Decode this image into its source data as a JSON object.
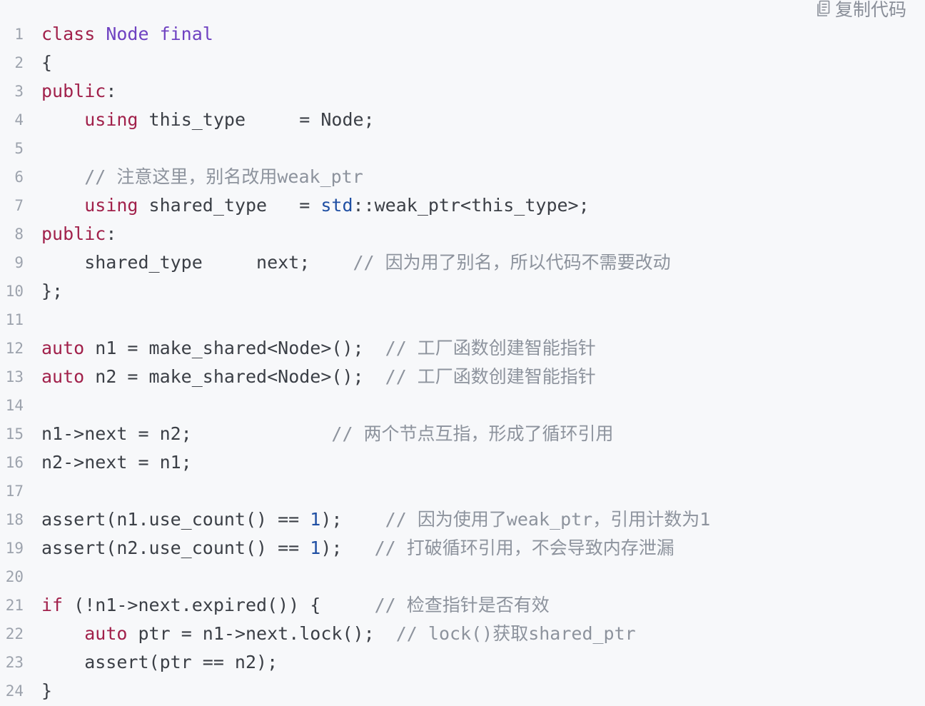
{
  "toolbar": {
    "copy_label": "复制代码",
    "copy_icon": "clipboard-icon"
  },
  "colors": {
    "background": "#f7f8fa",
    "text": "#3b3f46",
    "keyword": "#a1214b",
    "class_name": "#6f42c1",
    "namespace": "#1f4fa3",
    "number": "#1f4fa3",
    "comment": "#8d939d",
    "line_number": "#9da3ad"
  },
  "code": {
    "lines": [
      {
        "n": "1",
        "tokens": [
          {
            "t": "class",
            "c": "kw"
          },
          {
            "t": " "
          },
          {
            "t": "Node final",
            "c": "cls"
          }
        ]
      },
      {
        "n": "2",
        "tokens": [
          {
            "t": "{"
          }
        ]
      },
      {
        "n": "3",
        "tokens": [
          {
            "t": "public",
            "c": "kw"
          },
          {
            "t": ":"
          }
        ]
      },
      {
        "n": "4",
        "tokens": [
          {
            "t": "    "
          },
          {
            "t": "using",
            "c": "kw"
          },
          {
            "t": " this_type     = Node;"
          }
        ]
      },
      {
        "n": "5",
        "tokens": []
      },
      {
        "n": "6",
        "tokens": [
          {
            "t": "    "
          },
          {
            "t": "// 注意这里，别名改用weak_ptr",
            "c": "cm"
          }
        ]
      },
      {
        "n": "7",
        "tokens": [
          {
            "t": "    "
          },
          {
            "t": "using",
            "c": "kw"
          },
          {
            "t": " shared_type   = "
          },
          {
            "t": "std",
            "c": "ns"
          },
          {
            "t": "::weak_ptr<this_type>;"
          }
        ]
      },
      {
        "n": "8",
        "tokens": [
          {
            "t": "public",
            "c": "kw"
          },
          {
            "t": ":"
          }
        ]
      },
      {
        "n": "9",
        "tokens": [
          {
            "t": "    shared_type     next;    "
          },
          {
            "t": "// 因为用了别名，所以代码不需要改动",
            "c": "cm"
          }
        ]
      },
      {
        "n": "10",
        "tokens": [
          {
            "t": "};"
          }
        ]
      },
      {
        "n": "11",
        "tokens": []
      },
      {
        "n": "12",
        "tokens": [
          {
            "t": "auto",
            "c": "kw"
          },
          {
            "t": " n1 = make_shared<Node>();  "
          },
          {
            "t": "// 工厂函数创建智能指针",
            "c": "cm"
          }
        ]
      },
      {
        "n": "13",
        "tokens": [
          {
            "t": "auto",
            "c": "kw"
          },
          {
            "t": " n2 = make_shared<Node>();  "
          },
          {
            "t": "// 工厂函数创建智能指针",
            "c": "cm"
          }
        ]
      },
      {
        "n": "14",
        "tokens": []
      },
      {
        "n": "15",
        "tokens": [
          {
            "t": "n1->next = n2;             "
          },
          {
            "t": "// 两个节点互指，形成了循环引用",
            "c": "cm"
          }
        ]
      },
      {
        "n": "16",
        "tokens": [
          {
            "t": "n2->next = n1;"
          }
        ]
      },
      {
        "n": "17",
        "tokens": []
      },
      {
        "n": "18",
        "tokens": [
          {
            "t": "assert(n1.use_count() == "
          },
          {
            "t": "1",
            "c": "num"
          },
          {
            "t": ");    "
          },
          {
            "t": "// 因为使用了weak_ptr，引用计数为1",
            "c": "cm"
          }
        ]
      },
      {
        "n": "19",
        "tokens": [
          {
            "t": "assert(n2.use_count() == "
          },
          {
            "t": "1",
            "c": "num"
          },
          {
            "t": ");   "
          },
          {
            "t": "// 打破循环引用，不会导致内存泄漏",
            "c": "cm"
          }
        ]
      },
      {
        "n": "20",
        "tokens": []
      },
      {
        "n": "21",
        "tokens": [
          {
            "t": "if",
            "c": "kw"
          },
          {
            "t": " (!n1->next.expired()) {     "
          },
          {
            "t": "// 检查指针是否有效",
            "c": "cm"
          }
        ]
      },
      {
        "n": "22",
        "tokens": [
          {
            "t": "    "
          },
          {
            "t": "auto",
            "c": "kw"
          },
          {
            "t": " ptr = n1->next.lock();  "
          },
          {
            "t": "// lock()获取shared_ptr",
            "c": "cm"
          }
        ]
      },
      {
        "n": "23",
        "tokens": [
          {
            "t": "    assert(ptr == n2);"
          }
        ]
      },
      {
        "n": "24",
        "tokens": [
          {
            "t": "}"
          }
        ]
      }
    ]
  }
}
